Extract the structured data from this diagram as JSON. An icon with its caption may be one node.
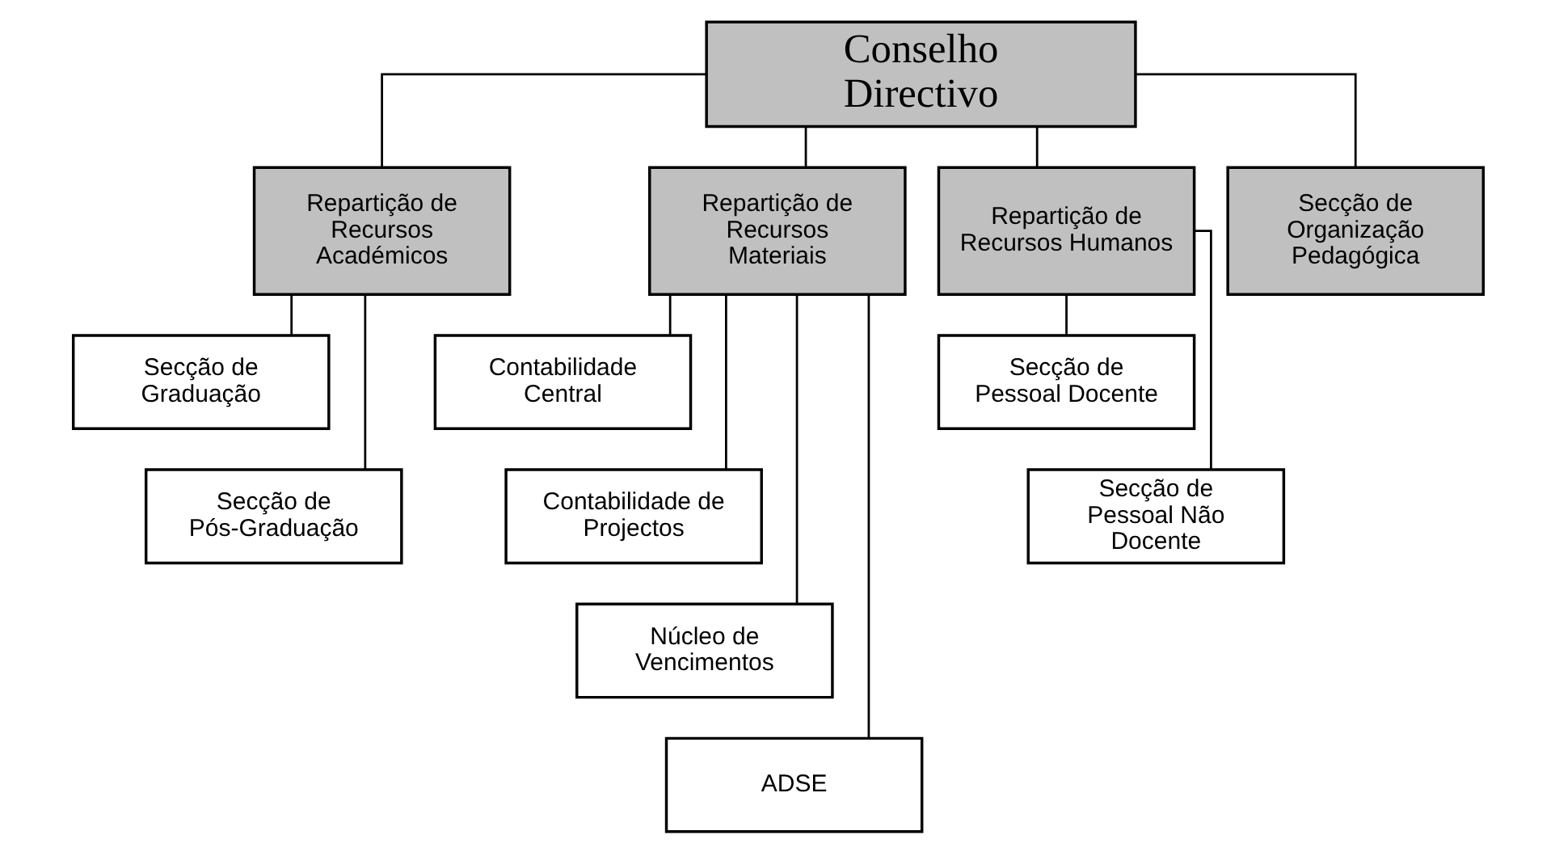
{
  "diagram": {
    "nodes": [
      {
        "text": [
          "Conselho Directivo"
        ]
      },
      {
        "text": [
          "Repartição de Recursos Académicos"
        ]
      },
      {
        "text": [
          "Repartição de Recursos Materiais"
        ]
      },
      {
        "text": [
          "Repartição de Recursos Humanos"
        ]
      },
      {
        "text": [
          "Secção de Organização Pedagógica"
        ]
      },
      {
        "text": [
          "Secção de Graduação"
        ]
      },
      {
        "text": [
          "Secção de Pós-Graduação"
        ]
      },
      {
        "text": [
          "Contabilidade Central"
        ]
      },
      {
        "text": [
          "Contabilidade de Projectos"
        ]
      },
      {
        "text": [
          "Núcleo de Vencimentos"
        ]
      },
      {
        "text": [
          "ADSE"
        ]
      },
      {
        "text": [
          "Secção de Pessoal Docente"
        ]
      },
      {
        "text": [
          "Secção de Pessoal Não Docente"
        ]
      }
    ],
    "edges": [
      {
        "from": 0,
        "to": 1,
        "arrow": "none"
      },
      {
        "from": 0,
        "to": 2,
        "arrow": "none"
      },
      {
        "from": 0,
        "to": 3,
        "arrow": "none"
      },
      {
        "from": 0,
        "to": 4,
        "arrow": "none"
      },
      {
        "from": 1,
        "to": 5,
        "arrow": "none"
      },
      {
        "from": 1,
        "to": 6,
        "arrow": "none"
      },
      {
        "from": 2,
        "to": 7,
        "arrow": "none"
      },
      {
        "from": 2,
        "to": 8,
        "arrow": "none"
      },
      {
        "from": 2,
        "to": 9,
        "arrow": "none"
      },
      {
        "from": 2,
        "to": 10,
        "arrow": "none"
      },
      {
        "from": 3,
        "to": 11,
        "arrow": "none"
      },
      {
        "from": 3,
        "to": 12,
        "arrow": "none"
      }
    ]
  }
}
